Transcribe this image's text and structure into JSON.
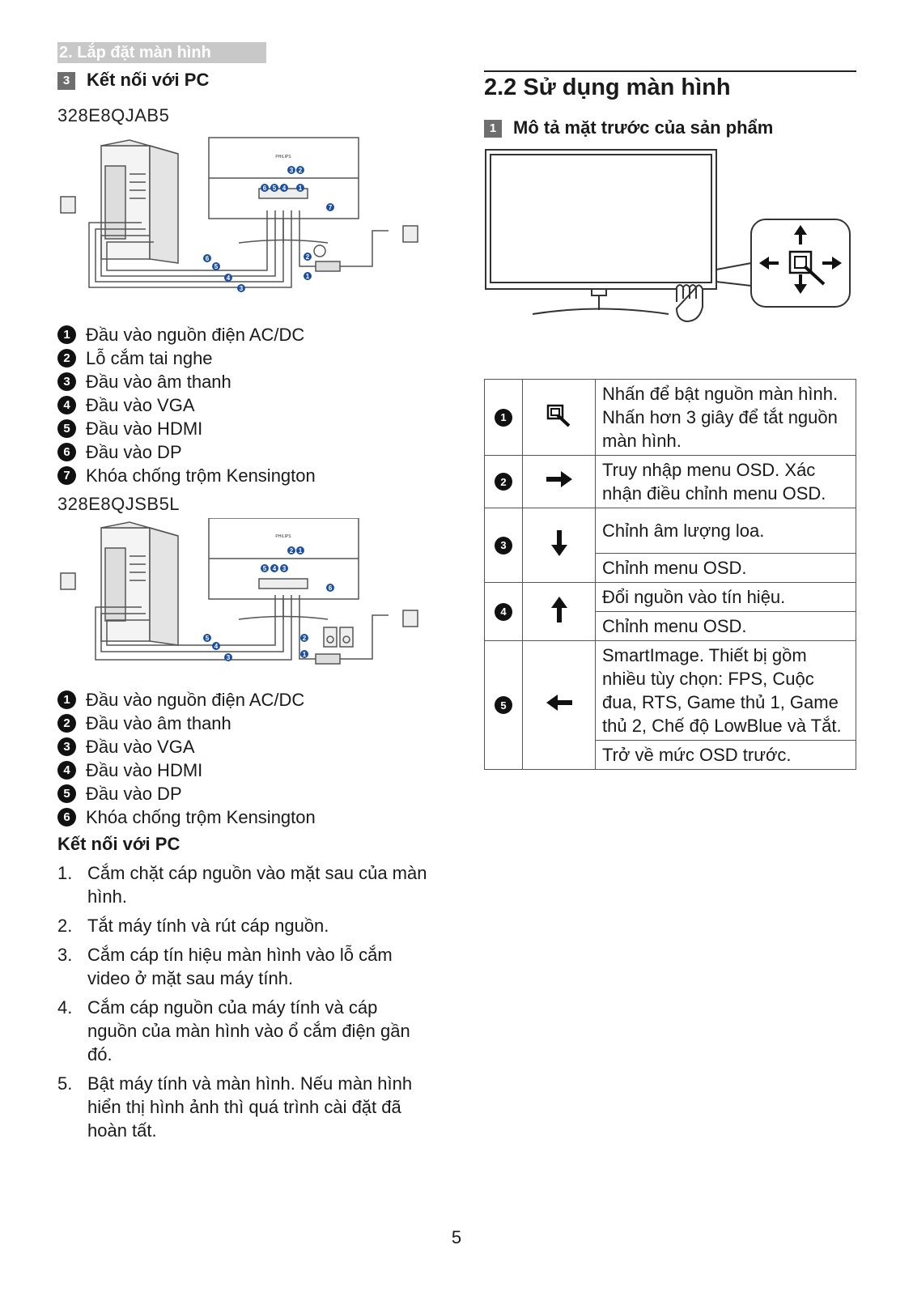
{
  "header": {
    "chapter": "2. Lắp đặt màn hình"
  },
  "section3": {
    "number": "3",
    "title": "Kết nối với PC",
    "model_a": "328E8QJAB5",
    "diagram_a_brand": "PHILIPS",
    "legend_a": [
      {
        "num": "1",
        "text": "Đầu vào nguồn điện AC/DC"
      },
      {
        "num": "2",
        "text": "Lỗ cắm tai nghe"
      },
      {
        "num": "3",
        "text": "Đầu vào âm thanh"
      },
      {
        "num": "4",
        "text": "Đầu vào VGA"
      },
      {
        "num": "5",
        "text": "Đầu vào HDMI"
      },
      {
        "num": "6",
        "text": "Đầu vào DP"
      },
      {
        "num": "7",
        "text": "Khóa chống trộm Kensington"
      }
    ],
    "model_b": "328E8QJSB5L",
    "diagram_b_brand": "PHILIPS",
    "legend_b": [
      {
        "num": "1",
        "text": "Đầu vào nguồn điện AC/DC"
      },
      {
        "num": "2",
        "text": "Đầu vào âm thanh"
      },
      {
        "num": "3",
        "text": "Đầu vào VGA"
      },
      {
        "num": "4",
        "text": "Đầu vào HDMI"
      },
      {
        "num": "5",
        "text": "Đầu vào DP"
      },
      {
        "num": "6",
        "text": "Khóa chống trộm Kensington"
      }
    ],
    "connect_title": "Kết nối với PC",
    "steps": [
      {
        "num": "1.",
        "text": "Cắm chặt cáp nguồn vào mặt sau của màn hình."
      },
      {
        "num": "2.",
        "text": "Tắt máy tính và rút cáp nguồn."
      },
      {
        "num": "3.",
        "text": "Cắm cáp tín hiệu màn hình vào lỗ cắm video ở mặt sau máy tính."
      },
      {
        "num": "4.",
        "text": "Cắm cáp nguồn của máy tính và cáp nguồn của màn hình vào ổ cắm điện gần đó."
      },
      {
        "num": "5.",
        "text": "Bật máy tính và màn hình. Nếu màn hình hiển thị hình ảnh thì quá trình cài đặt đã hoàn tất."
      }
    ]
  },
  "usage": {
    "title": "2.2 Sử dụng màn hình",
    "sub_number": "1",
    "sub_title": "Mô tả mặt trước của sản phẩm"
  },
  "controls": [
    {
      "num": "1",
      "icon": "power-button-icon",
      "descs": [
        "Nhấn để bật nguồn màn hình. Nhấn hơn 3 giây để tắt nguồn màn hình."
      ]
    },
    {
      "num": "2",
      "icon": "arrow-right-icon",
      "descs": [
        "Truy nhập menu OSD. Xác nhận điều chỉnh menu OSD."
      ]
    },
    {
      "num": "3",
      "icon": "arrow-down-icon",
      "descs": [
        "Chỉnh âm lượng loa.",
        "Chỉnh menu OSD."
      ]
    },
    {
      "num": "4",
      "icon": "arrow-up-icon",
      "descs": [
        "Đổi nguồn vào tín hiệu.",
        "Chỉnh menu OSD."
      ]
    },
    {
      "num": "5",
      "icon": "arrow-left-icon",
      "descs": [
        "SmartImage. Thiết bị gồm nhiều tùy chọn: FPS, Cuộc đua, RTS, Game thủ 1, Game thủ 2, Chế độ LowBlue và Tắt.",
        "Trở về mức OSD trước."
      ]
    }
  ],
  "page_number": "5"
}
